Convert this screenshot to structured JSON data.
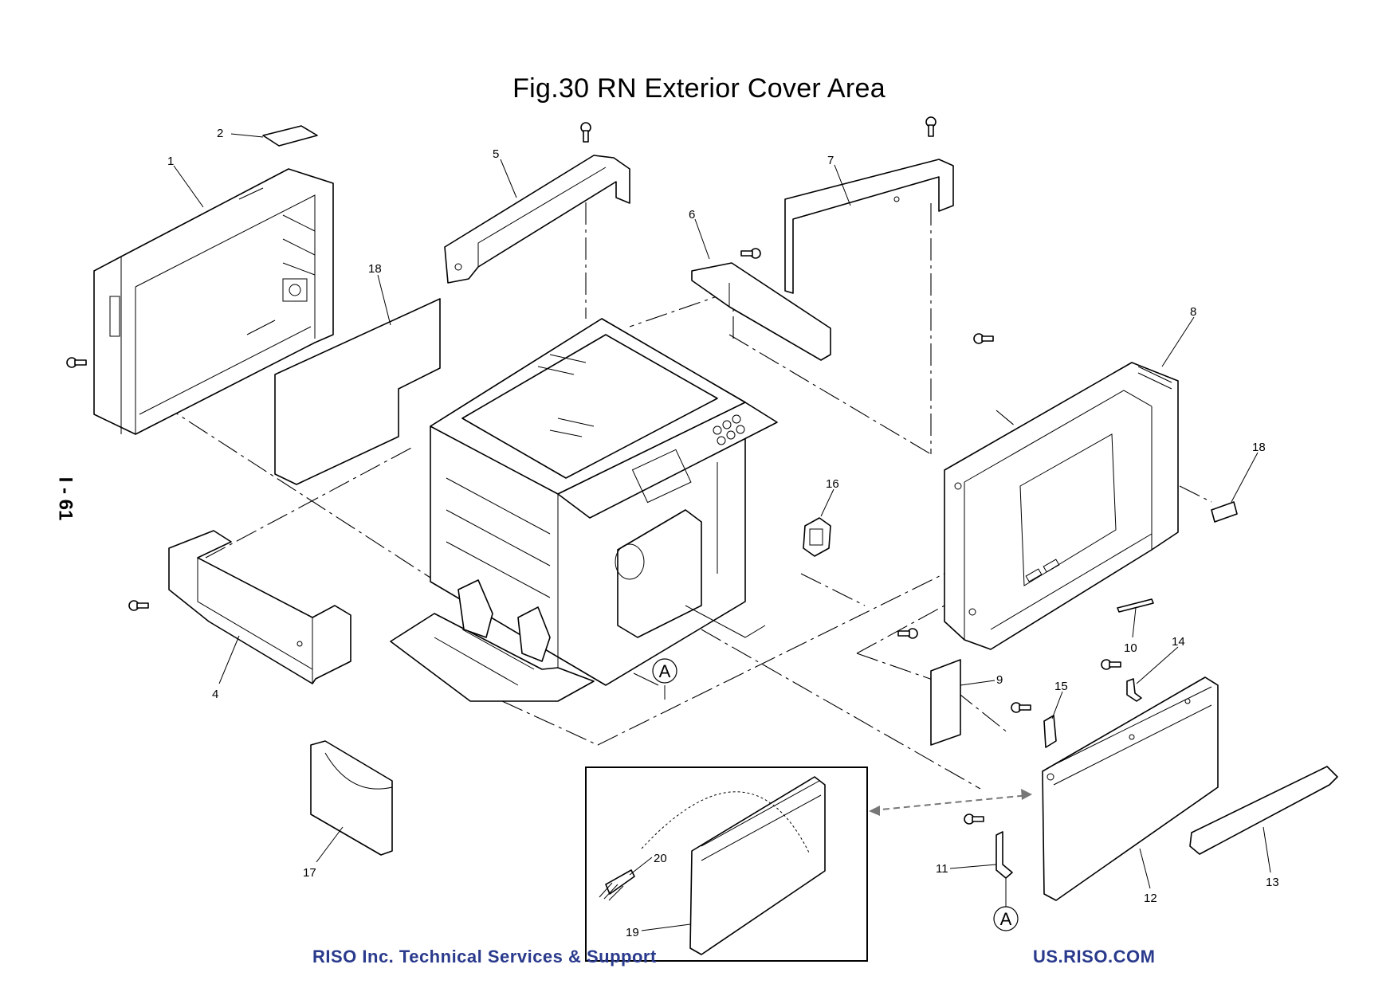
{
  "figure": {
    "title": "Fig.30   RN Exterior Cover Area",
    "page_number": "I - 61"
  },
  "footer": {
    "left": "RISO Inc. Technical Services & Support",
    "right": "US.RISO.COM"
  },
  "callouts": [
    "1",
    "2",
    "4",
    "5",
    "6",
    "7",
    "8",
    "9",
    "10",
    "11",
    "12",
    "13",
    "14",
    "15",
    "16",
    "17",
    "18",
    "18",
    "19",
    "20"
  ],
  "reference_markers": [
    "A",
    "A"
  ]
}
